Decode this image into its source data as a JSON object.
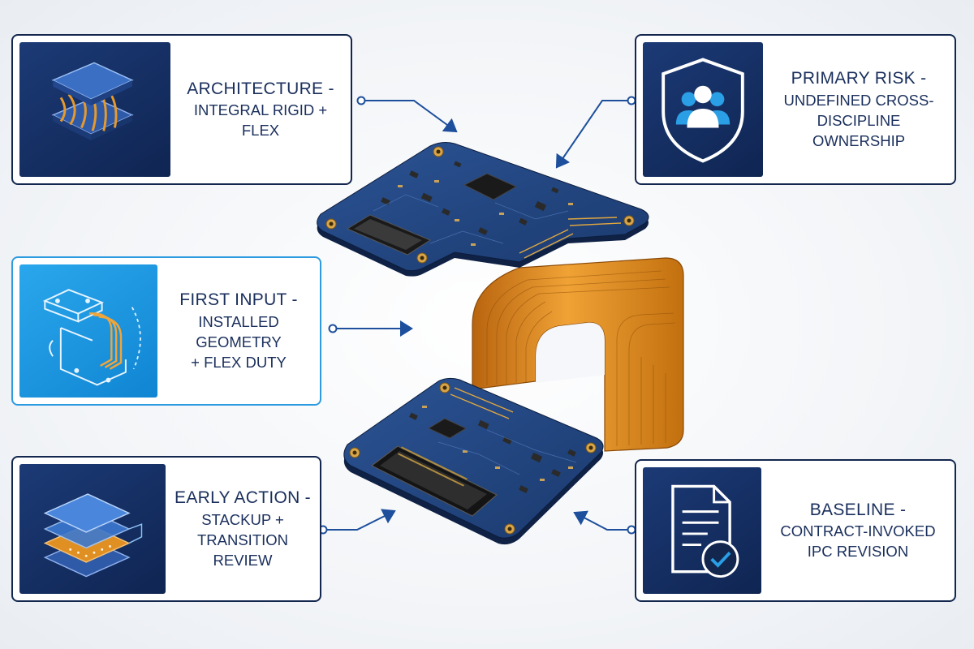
{
  "cards": {
    "architecture": {
      "line1": "ARCHITECTURE -",
      "line2": "INTEGRAL RIGID + FLEX",
      "icon": "rigid-flex-layers-icon"
    },
    "primary_risk": {
      "line1": "PRIMARY RISK -",
      "line2": "UNDEFINED CROSS-",
      "line3": "DISCIPLINE OWNERSHIP",
      "icon": "shield-team-icon"
    },
    "first_input": {
      "line1": "FIRST INPUT -",
      "line2": "INSTALLED GEOMETRY",
      "line3": "+ FLEX DUTY",
      "icon": "installed-flex-geometry-icon"
    },
    "early_action": {
      "line1": "EARLY ACTION -",
      "line2": "STACKUP +",
      "line3": "TRANSITION REVIEW",
      "icon": "stackup-layers-icon"
    },
    "baseline": {
      "line1": "BASELINE -",
      "line2": "CONTRACT-INVOKED",
      "line3": "IPC REVISION",
      "icon": "document-check-icon"
    }
  },
  "colors": {
    "navy": "#12264e",
    "accent_blue": "#2d9be0",
    "text": "#1a2f5c",
    "pcb_blue": "#23457f",
    "flex_orange": "#d98a1f"
  }
}
